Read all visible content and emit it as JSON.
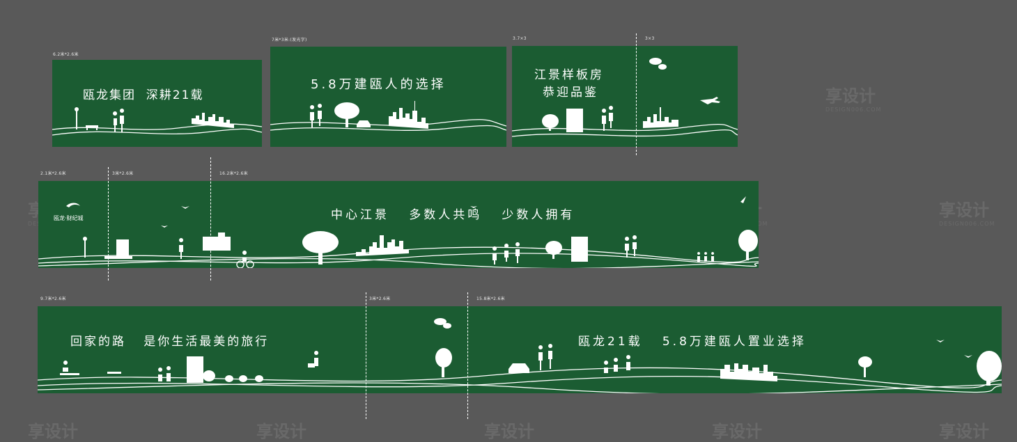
{
  "colors": {
    "background": "#595959",
    "panel": "#1b5c32",
    "ink": "#ffffff"
  },
  "panel1": {
    "size": "6.2米*2.6米",
    "headline": "瓯龙集团  深耕21载"
  },
  "panel2": {
    "size": "7米*3米:(发光字)",
    "headline": "5.8万建瓯人的选择"
  },
  "panel3": {
    "size_a": "3.7×3",
    "size_b": "3×3",
    "headline_line1": "江景样板房",
    "headline_line2": "恭迎品鉴"
  },
  "panel4": {
    "size_a": "2.1米*2.6米",
    "size_b": "3米*2.6米",
    "size_c": "16.2米*2.6米",
    "logo_text": "瓯龙·财纪城",
    "headline": "中心江景   多数人共鸣   少数人拥有"
  },
  "panel5": {
    "size_a": "9.7米*2.6米",
    "size_b": "3米*2.6米",
    "size_c": "15.8米*2.6米",
    "headline_left": "回家的路   是你生活最美的旅行",
    "headline_right": "瓯龙21载   5.8万建瓯人置业选择"
  },
  "watermark": {
    "brand": "享设计",
    "domain": "DESIGN006.COM"
  }
}
